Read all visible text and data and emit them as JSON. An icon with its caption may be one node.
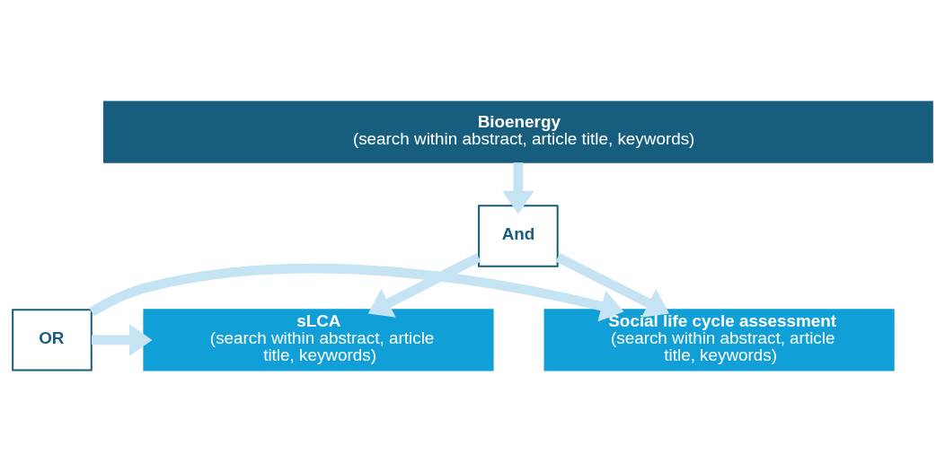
{
  "diagram": {
    "nodes": [
      {
        "text": [
          "Bioenergy",
          "(search within abstract, article title, keywords)"
        ]
      },
      {
        "text": [
          "And"
        ]
      },
      {
        "text": [
          "Social life cycle assessment",
          "(search within abstract, article title, keywords)"
        ]
      },
      {
        "text": [
          "OR"
        ]
      },
      {
        "text": [
          "sLCA",
          "(search within abstract, article title, keywords)"
        ]
      }
    ],
    "edges": [
      {
        "from": 0,
        "to": 1,
        "arrow": "to"
      },
      {
        "from": 1,
        "to": 2,
        "arrow": "to"
      },
      {
        "from": 1,
        "to": 4,
        "arrow": "to"
      },
      {
        "from": 3,
        "to": 2,
        "arrow": "to"
      },
      {
        "from": 3,
        "to": 4,
        "arrow": "to"
      }
    ]
  }
}
